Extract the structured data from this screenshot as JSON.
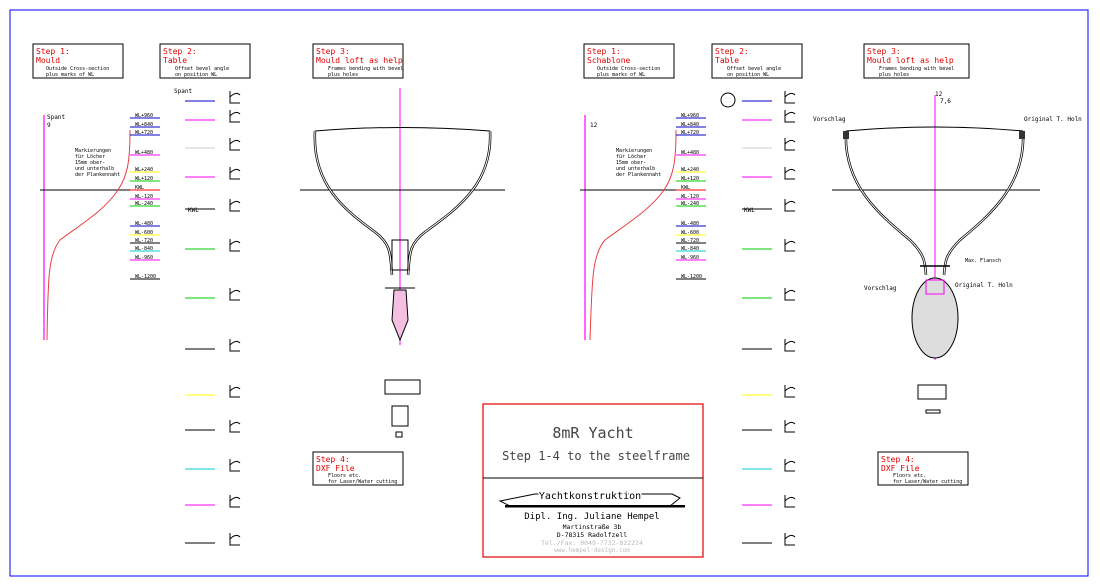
{
  "left": {
    "step1": {
      "title": "Step 1:",
      "name": "Mould",
      "desc1": "Outside Cross-section",
      "desc2": "plus marks of WL"
    },
    "step2": {
      "title": "Step 2:",
      "name": "Table",
      "desc1": "Offset bevel angle",
      "desc2": "on position WL"
    },
    "step3": {
      "title": "Step 3:",
      "name": "Mould loft as help",
      "desc1": "Frames bending with bevel",
      "desc2": "plus holes"
    },
    "step4": {
      "title": "Step 4:",
      "name": "DXF File",
      "desc1": "Floors etc.",
      "desc2": "for Laser/Water cutting"
    },
    "spant_label": "Spant",
    "spant_number": "9",
    "notes": [
      "Markierungen",
      "für Löcher",
      "15mm ober-",
      "und unterhalb",
      "der Plankennaht"
    ],
    "kwl_side": "KWL"
  },
  "right": {
    "step1": {
      "title": "Step 1:",
      "name": "Schablone",
      "desc1": "Outside Cross-section",
      "desc2": "plus marks of WL"
    },
    "step2": {
      "title": "Step 2:",
      "name": "Table",
      "desc1": "Offset bevel angle",
      "desc2": "on position WL"
    },
    "step3": {
      "title": "Step 3:",
      "name": "Mould loft as help",
      "desc1": "Frames bending with bevel",
      "desc2": "plus holes"
    },
    "step4": {
      "title": "Step 4:",
      "name": "DXF File",
      "desc1": "Floors etc.",
      "desc2": "for Laser/Water cutting"
    },
    "spant_number": "12",
    "frame_top": "12",
    "frame_top2": "7,6",
    "vorschlag_top": "Vorschlag",
    "original_top": "Original T. Holn",
    "vorschlag_bottom": "Vorschlag",
    "original_bottom": "Original T. Holn",
    "bolt_label": "Max. Flansch",
    "kwl_side": "KWL"
  },
  "waterlines": [
    {
      "label": "WL+960",
      "color": "#0000cc"
    },
    {
      "label": "WL+840",
      "color": "#0000cc"
    },
    {
      "label": "WL+720",
      "color": "#0000cc"
    },
    {
      "label": "WL+480",
      "color": "#ff00ff"
    },
    {
      "label": "WL+240",
      "color": "#ffff00"
    },
    {
      "label": "WL+120",
      "color": "#00cc00"
    },
    {
      "label": "KWL",
      "color": "#ff0000"
    },
    {
      "label": "WL-120",
      "color": "#ff00ff"
    },
    {
      "label": "WL-240",
      "color": "#00cc00"
    },
    {
      "label": "WL-480",
      "color": "#0000cc"
    },
    {
      "label": "WL-600",
      "color": "#ffff00"
    },
    {
      "label": "WL-720",
      "color": "#000000"
    },
    {
      "label": "WL-840",
      "color": "#00cccc"
    },
    {
      "label": "WL-960",
      "color": "#ff00ff"
    },
    {
      "label": "WL-1200",
      "color": "#000000"
    }
  ],
  "title_block": {
    "title": "8mR Yacht",
    "subtitle": "Step 1-4 to the steelframe",
    "logo_text": "Yachtkonstruktion",
    "designer": "Dipl. Ing. Juliane Hempel",
    "street": "Martinstraße 3b",
    "city": "D-78315 Radolfzell",
    "phone": "Tel./Fax: 0049-7732-822224",
    "web": "www.hempel-design.com"
  },
  "colors": {
    "border": "#0000ff",
    "title_border": "#e00000",
    "centerline": "#ff00ff",
    "mould": "#e84040"
  }
}
